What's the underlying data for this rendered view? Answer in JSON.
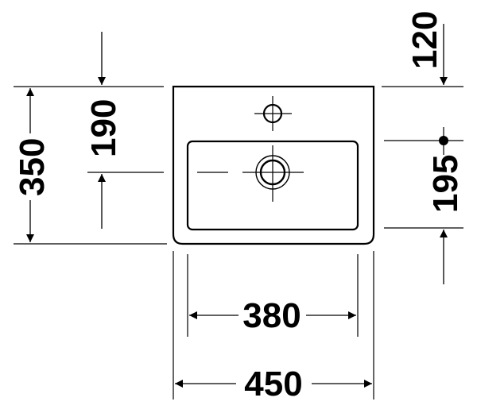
{
  "drawing": {
    "title": "Wash basin dimension drawing",
    "colors": {
      "line": "#000000",
      "background": "#ffffff"
    },
    "dimensions": {
      "overall_depth": "350",
      "tap_hole_to_drain": "190",
      "top_to_tap_hole": "120",
      "drain_height": "195",
      "bowl_width": "380",
      "overall_width": "450"
    }
  }
}
